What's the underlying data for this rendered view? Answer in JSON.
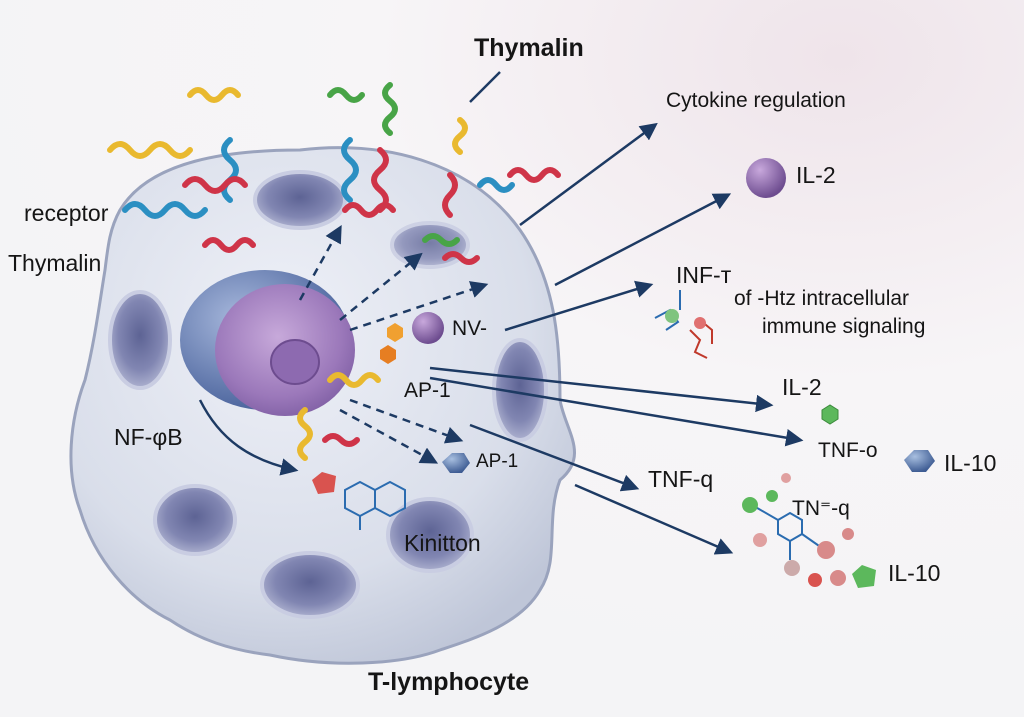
{
  "labels": {
    "top_title": "Thymalin",
    "receptor": "receptor",
    "receptor_thymalin": "Thymalin",
    "cytokine_regulation": "Cytokine regulation",
    "il2_top": "IL-2",
    "inf": "INF-т",
    "intracellular_line1": "of -Htz intracellular",
    "intracellular_line2": "immune signaling",
    "nv": "NV-",
    "ap1_upper": "AP-1",
    "ap1_lower": "AP-1",
    "nfkb": "NF-φB",
    "il2_mid": "IL-2",
    "tnf_o": "TNF-o",
    "il10_right": "IL-10",
    "tnf_q": "TNF-q",
    "tn_q": "TN⁼-q",
    "il10_bottom": "IL-10",
    "kinitton": "Kinitton",
    "bottom_title": "T-lymphocyte"
  },
  "colors": {
    "arrow": "#1d3a63",
    "cell_membrane": "#b9bfd4",
    "nucleus": "#9a79b8",
    "nucleus_shell": "#5d73a8",
    "helix_yellow": "#e9b92f",
    "helix_blue": "#2b8fc2",
    "helix_red": "#cf3448",
    "helix_green": "#48a447",
    "molecule_purple": "#8e6aa8",
    "molecule_red": "#d9534f",
    "molecule_green": "#5cb85c"
  }
}
